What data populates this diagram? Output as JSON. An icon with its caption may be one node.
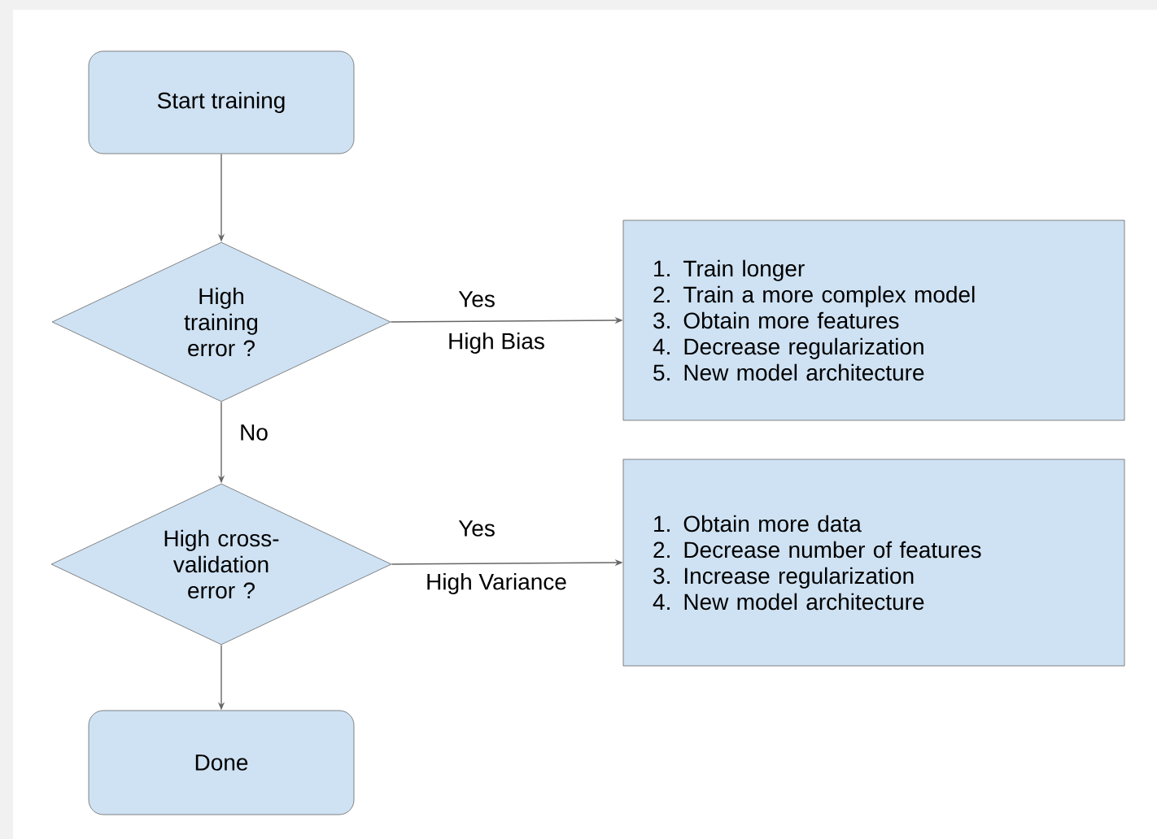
{
  "diagram": {
    "nodes": [
      {
        "text": [
          "Start training"
        ]
      },
      {
        "text": [
          "High training error ?"
        ]
      },
      {
        "text": [
          "1. Train longer",
          "2. Train a more complex model",
          "3. Obtain more features",
          "4. Decrease regularization",
          "5. New model architecture"
        ]
      },
      {
        "text": [
          "High cross-validation error ?"
        ]
      },
      {
        "text": [
          "1. Obtain more data",
          "2. Decrease number of features",
          "3. Increase regularization",
          "4. New model architecture"
        ]
      },
      {
        "text": [
          "Done"
        ]
      }
    ],
    "edges": [
      {
        "from": 0,
        "to": 1,
        "arrow": "to"
      },
      {
        "from": 1,
        "to": 2,
        "arrow": "to",
        "label": "Yes"
      },
      {
        "from": 1,
        "to": 3,
        "arrow": "to",
        "label": "No"
      },
      {
        "from": 3,
        "to": 4,
        "arrow": "to",
        "label": "Yes"
      },
      {
        "from": 3,
        "to": 5,
        "arrow": "to"
      }
    ],
    "labels": [
      "High Bias",
      "High Variance"
    ]
  }
}
